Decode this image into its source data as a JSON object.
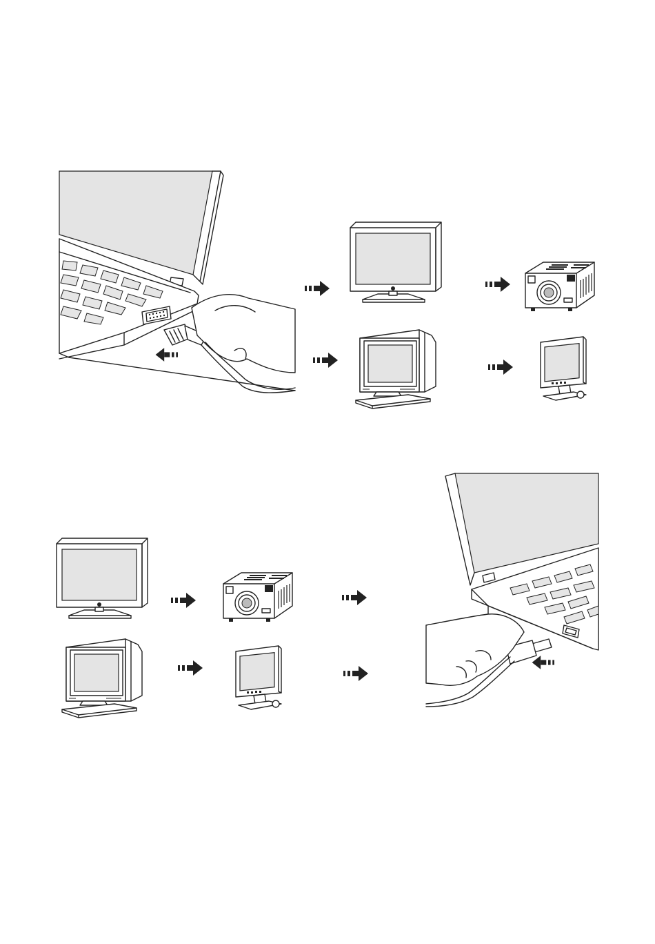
{
  "page": {
    "background": "#ffffff",
    "screen_fill": "#e4e4e4",
    "line_color": "#222222"
  },
  "figure_top": {
    "port": "vga",
    "devices": [
      "widescreen-lcd-tv",
      "projector",
      "crt-monitor",
      "lcd-monitor"
    ]
  },
  "figure_bottom": {
    "port": "hdmi",
    "devices": [
      "widescreen-lcd-tv",
      "projector",
      "crt-monitor",
      "lcd-monitor"
    ]
  }
}
